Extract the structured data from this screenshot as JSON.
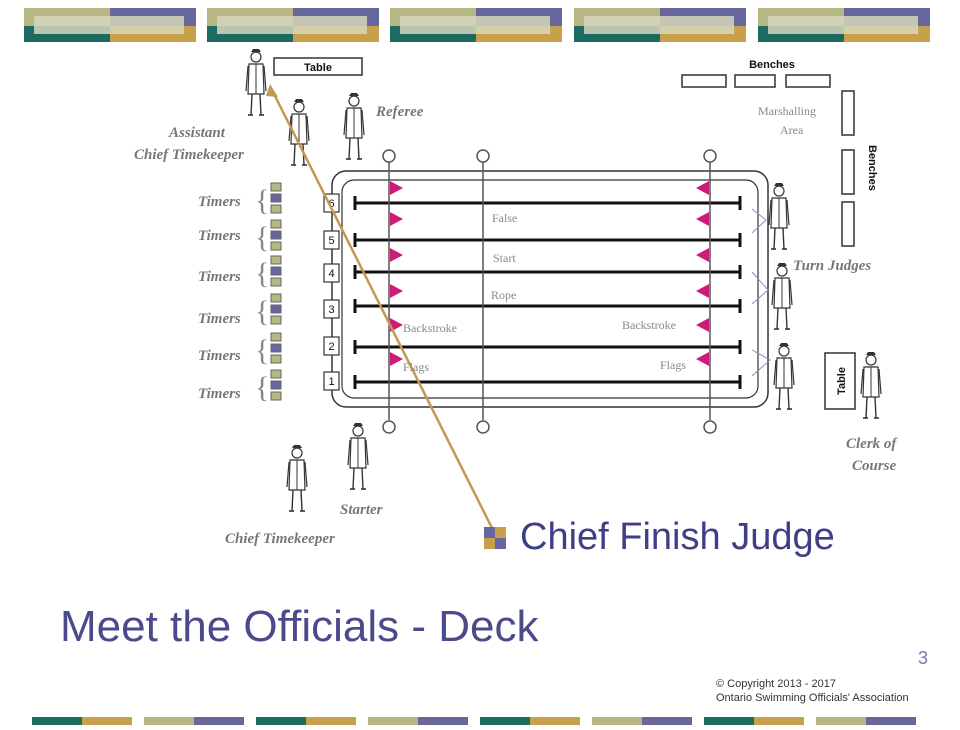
{
  "colors": {
    "teal": "#1d6a63",
    "olive": "#b7b784",
    "purple": "#67679d",
    "gold": "#c6a04a",
    "flag": "#cc1b78",
    "title": "#4b4a8c",
    "arrow": "#c09a52"
  },
  "slide": {
    "title": "Meet the Officials - Deck",
    "highlight": "Chief Finish Judge",
    "highlight_icon": "quadrant-bullet-icon",
    "page_number": "3",
    "copyright_line1": "© Copyright 2013 - 2017",
    "copyright_line2": "Ontario Swimming Officials' Association"
  },
  "diagram": {
    "labels": {
      "table_top": "Table",
      "benches_top": "Benches",
      "benches_side": "Benches",
      "referee": "Referee",
      "assistant_chief_1": "Assistant",
      "assistant_chief_2": "Chief Timekeeper",
      "marshalling_1": "Marshalling",
      "marshalling_2": "Area",
      "turn_judges": "Turn Judges",
      "clerk_1": "Clerk of",
      "clerk_2": "Course",
      "table_side": "Table",
      "starter": "Starter",
      "chief_timekeeper": "Chief Timekeeper",
      "false": "False",
      "start": "Start",
      "rope": "Rope",
      "backstroke_left": "Backstroke",
      "backstroke_right": "Backstroke",
      "flags_left": "Flags",
      "flags_right": "Flags"
    },
    "timers": [
      "Timers",
      "Timers",
      "Timers",
      "Timers",
      "Timers",
      "Timers"
    ],
    "lane_numbers": [
      "6",
      "5",
      "4",
      "3",
      "2",
      "1"
    ]
  }
}
